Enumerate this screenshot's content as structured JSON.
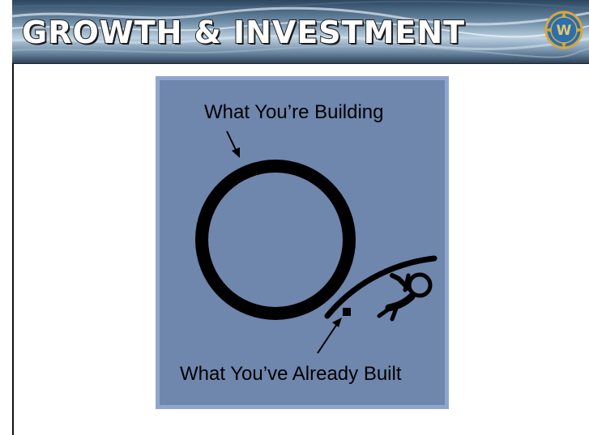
{
  "header": {
    "title": "GROWTH & INVESTMENT",
    "logo_letter": "W"
  },
  "figure": {
    "caption_top": "What You’re Building",
    "caption_bottom": "What You’ve Already Built"
  },
  "colors": {
    "panel_bg": "#6f86ad",
    "panel_border": "#8ea6cf",
    "header_water_dark": "#1f3a52",
    "header_water_light": "#c9dae8",
    "logo_blue": "#2a6fb0",
    "logo_gold": "#d9a63a"
  }
}
